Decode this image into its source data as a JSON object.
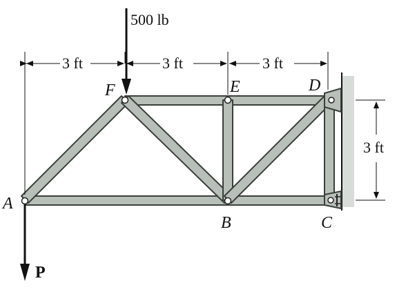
{
  "diagram": {
    "nodes": {
      "A": "A",
      "B": "B",
      "C": "C",
      "D": "D",
      "E": "E",
      "F": "F"
    },
    "dimensions": {
      "span_1": "3 ft",
      "span_2": "3 ft",
      "span_3": "3 ft",
      "height": "3 ft"
    },
    "loads": {
      "applied_force": "500 lb",
      "force_p": "P"
    },
    "colors": {
      "member_fill": "#b8bfb8",
      "member_stroke": "#3a3f3a",
      "wall_fill": "#d8dcd8",
      "ink": "#111111"
    }
  }
}
